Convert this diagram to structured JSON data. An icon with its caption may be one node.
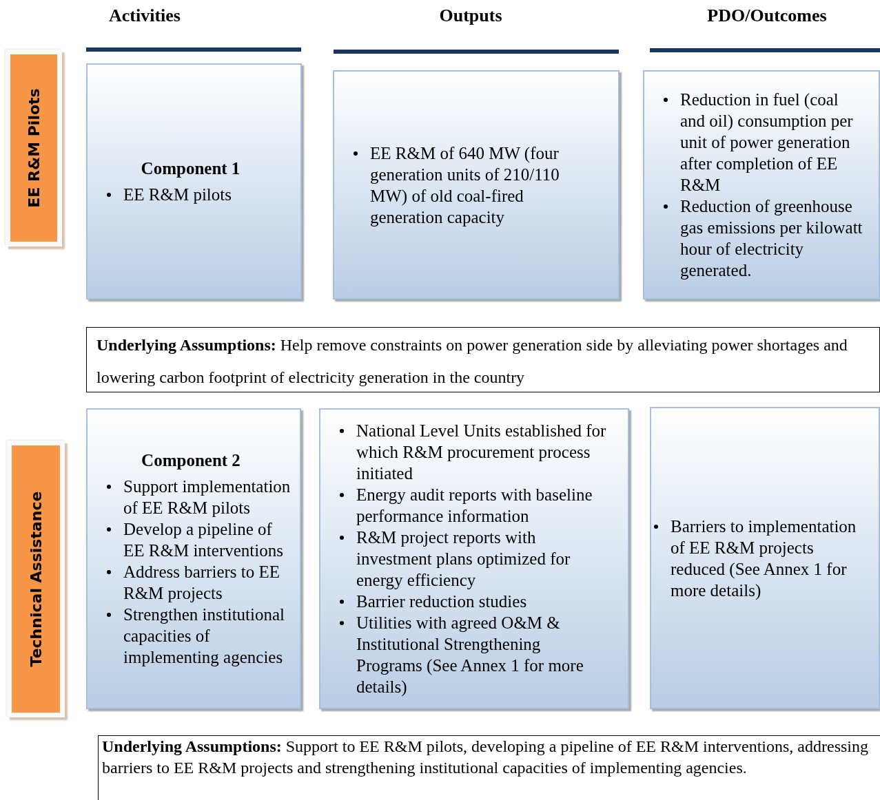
{
  "diagram": {
    "nodes": [
      {
        "text": [
          "EE R&M Pilots"
        ]
      },
      {
        "text": [
          "Component 1",
          "EE R&M pilots"
        ]
      },
      {
        "text": [
          "EE R&M of 640 MW (four generation units of 210/110 MW) of old coal-fired generation capacity"
        ]
      },
      {
        "text": [
          "Reduction in fuel (coal and oil) consumption per unit of power generation after completion of EE R&M",
          "Reduction of greenhouse gas emissions per kilowatt hour of electricity generated."
        ]
      },
      {
        "text": [
          "**Underlying Assumptions:** Help remove constraints on power generation side by alleviating power shortages and lowering carbon footprint of electricity generation in the country"
        ]
      },
      {
        "text": [
          "Technical Assistance"
        ]
      },
      {
        "text": [
          "Component 2",
          "Support implementation of EE R&M pilots",
          "Develop a pipeline of EE R&M interventions",
          "Address barriers to EE R&M projects",
          "Strengthen institutional capacities of implementing agencies"
        ]
      },
      {
        "text": [
          "National Level Units established for which R&M procurement process initiated",
          "Energy audit reports with baseline performance information",
          "R&M project reports with investment plans optimized for energy efficiency",
          "Barrier reduction studies",
          "Utilities with agreed O&M & Institutional Strengthening Programs (See Annex 1 for more details)"
        ]
      },
      {
        "text": [
          "Barriers to implementation of EE R&M projects reduced (See Annex 1 for more details)"
        ]
      },
      {
        "text": [
          "**Underlying Assumptions:** Support to EE R&M pilots, developing a pipeline of EE R&M interventions, addressing barriers to EE R&M projects and strengthening institutional capacities of implementing agencies."
        ]
      }
    ],
    "labels": [
      "Activities",
      "Outputs",
      "PDO/Outcomes"
    ]
  }
}
